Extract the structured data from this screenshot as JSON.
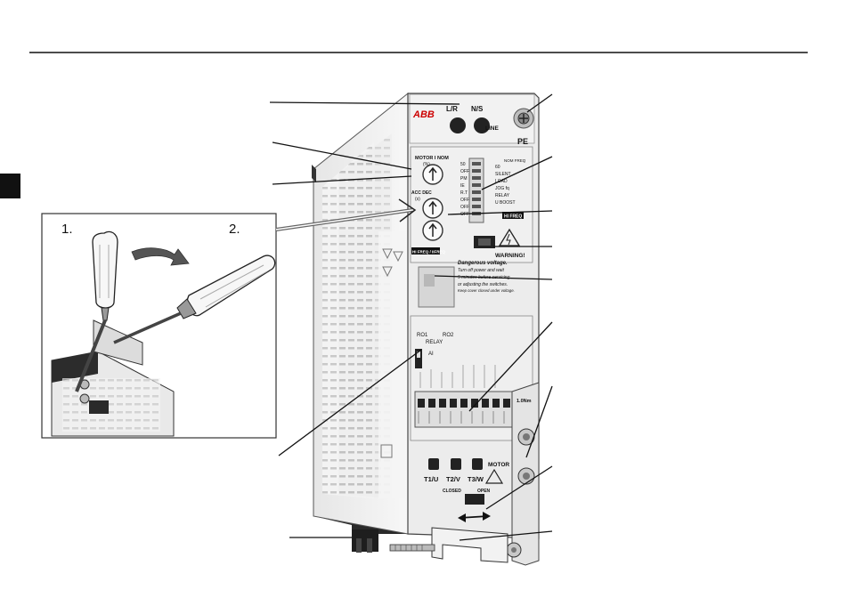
{
  "header": {
    "rule_color": "#111111"
  },
  "side_tab": {
    "color": "#111111"
  },
  "inset": {
    "step1_label": "1.",
    "step2_label": "2.",
    "arrow_icon": "curved-arrow-right"
  },
  "drive_front": {
    "brand": "ABB",
    "line_terminals": [
      "L/R",
      "N/S"
    ],
    "line_label": "LINE",
    "pe_label": "PE",
    "dial_title": "MOTOR I NOM",
    "dial_title_unit": "(%)",
    "dial_accdec_label": "ACC DEC",
    "dial_accdec_unit": "(s)",
    "dip_left_labels": [
      "50",
      "OFF",
      "PM",
      "IE",
      "R.T",
      "OFF",
      "OFF",
      "OFF"
    ],
    "dip_right_labels": [
      "NOM FREQ",
      "60",
      "SILENT",
      "LOAD",
      "JOG fq",
      "RELAY",
      "U BOOST",
      "",
      "HI FREQ"
    ],
    "hi_freq_tag": "HI FREQ / IIFREQ",
    "warning_title": "WARNING!",
    "warning_lines": [
      "Dangerous voltage.",
      "Turn off power and wait",
      "5 minutes before servicing",
      "or adjusting the switches.",
      "Keep cover closed under voltage."
    ],
    "relay_labels": [
      "RO1",
      "RO2"
    ],
    "relay_text": "RELAY",
    "ai_label": "AI",
    "torque_label": "1.0Nm",
    "motor_label": "MOTOR",
    "motor_terminals": [
      "T1/U",
      "T2/V",
      "T3/W"
    ],
    "emc_closed": "CLOSED",
    "emc_open": "OPEN"
  }
}
